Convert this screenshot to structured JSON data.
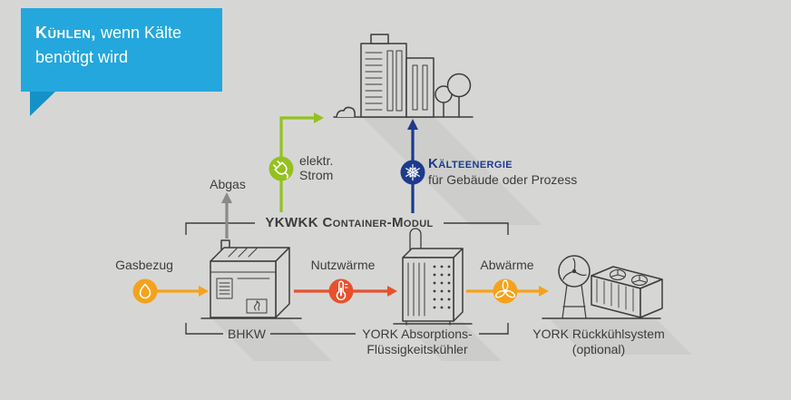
{
  "banner": {
    "emphasis": "Kühlen,",
    "rest": " wenn Kälte benötigt wird"
  },
  "labels": {
    "gas_supply": "Gasbezug",
    "exhaust": "Abgas",
    "electric_line1": "elektr.",
    "electric_line2": "Strom",
    "cooling_title": "Kälteenergie",
    "cooling_sub": "für Gebäude oder Prozess",
    "useful_heat": "Nutzwärme",
    "waste_heat": "Abwärme",
    "module": "YKWKK Container-Modul"
  },
  "units": {
    "bhkw": "BHKW",
    "absorption_line1": "YORK Absorptions-",
    "absorption_line2": "Flüssigkeitskühler",
    "recooler_line1": "YORK Rückkühlsystem",
    "recooler_line2": "(optional)"
  },
  "icons": {
    "gas_supply": "flame-icon",
    "electric_power": "plug-icon",
    "cooling_energy": "snowflake-icon",
    "useful_heat": "thermometer-icon",
    "waste_heat": "fan-icon"
  },
  "colors": {
    "background": "#d6d7d5",
    "banner_cyan": "#24a7dd",
    "banner_tail": "#1492c7",
    "electric_green": "#94c11e",
    "cooling_blue": "#1d3a8c",
    "gas_orange": "#f5a21b",
    "heat_red": "#e8502d",
    "exhaust_gray": "#8a8a89",
    "text_dark": "#3c3c3b"
  }
}
